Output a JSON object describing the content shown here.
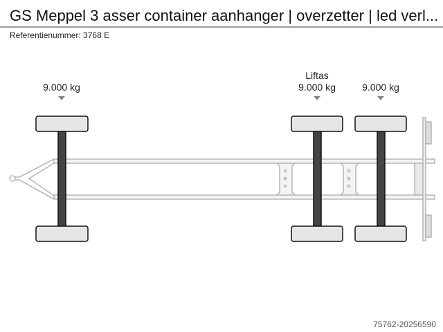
{
  "title": "GS Meppel 3 asser container aanhanger | overzetter | led verl...",
  "reference": "Referentienummer: 3768 E",
  "axles": [
    {
      "load": "9.000 kg",
      "note": ""
    },
    {
      "load": "9.000 kg",
      "note": "Liftas"
    },
    {
      "load": "9.000 kg",
      "note": ""
    }
  ],
  "footer_id": "75762-20256590"
}
